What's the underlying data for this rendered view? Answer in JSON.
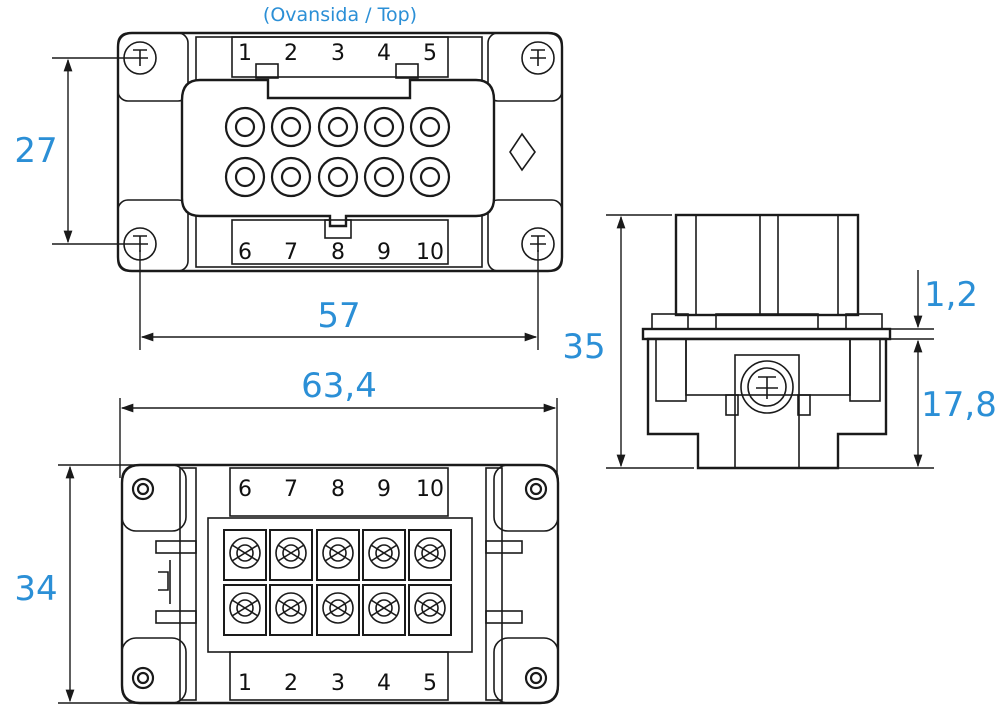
{
  "top_label": "(Ovansida / Top)",
  "top_view": {
    "pins_top_row": [
      "1",
      "2",
      "3",
      "4",
      "5"
    ],
    "pins_bottom_row": [
      "6",
      "7",
      "8",
      "9",
      "10"
    ]
  },
  "bottom_view": {
    "pins_top_row": [
      "6",
      "7",
      "8",
      "9",
      "10"
    ],
    "pins_bottom_row": [
      "1",
      "2",
      "3",
      "4",
      "5"
    ]
  },
  "dimensions": {
    "height_top": "27",
    "width_screws": "57",
    "width_total": "63,4",
    "height_bottom": "34",
    "side_height": "35",
    "side_flange": "1,2",
    "side_lower": "17,8"
  },
  "colors": {
    "dimension_text": "#2b8fd6",
    "lines": "#1a1a1a",
    "background": "#ffffff"
  }
}
